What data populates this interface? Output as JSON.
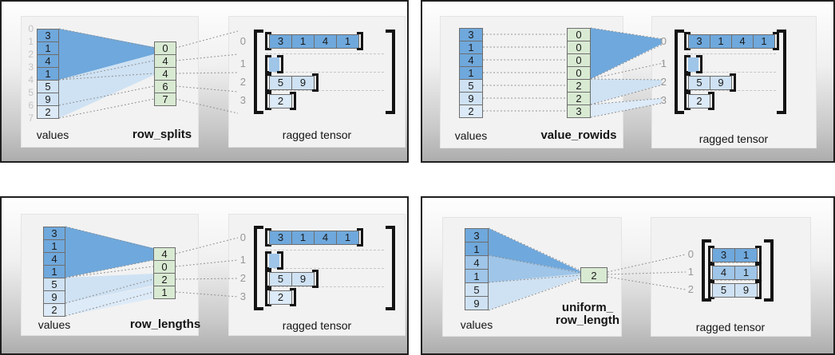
{
  "panels": [
    {
      "values_label": "values",
      "method_label": "row_splits",
      "tensor_label": "ragged tensor",
      "value_indices": [
        "0",
        "1",
        "2",
        "3",
        "4",
        "5",
        "6",
        "7"
      ],
      "values": [
        "3",
        "1",
        "4",
        "1",
        "5",
        "9",
        "2"
      ],
      "partition": [
        "0",
        "4",
        "4",
        "6",
        "7"
      ],
      "row_indices": [
        "0",
        "1",
        "2",
        "3"
      ],
      "rows": [
        [
          "3",
          "1",
          "4",
          "1"
        ],
        [],
        [
          "5",
          "9"
        ],
        [
          "2"
        ]
      ]
    },
    {
      "values_label": "values",
      "method_label": "value_rowids",
      "tensor_label": "ragged tensor",
      "values": [
        "3",
        "1",
        "4",
        "1",
        "5",
        "9",
        "2"
      ],
      "partition": [
        "0",
        "0",
        "0",
        "0",
        "2",
        "2",
        "3"
      ],
      "row_indices": [
        "0",
        "1",
        "2",
        "3"
      ],
      "rows": [
        [
          "3",
          "1",
          "4",
          "1"
        ],
        [],
        [
          "5",
          "9"
        ],
        [
          "2"
        ]
      ]
    },
    {
      "values_label": "values",
      "method_label": "row_lengths",
      "tensor_label": "ragged tensor",
      "values": [
        "3",
        "1",
        "4",
        "1",
        "5",
        "9",
        "2"
      ],
      "partition": [
        "4",
        "0",
        "2",
        "1"
      ],
      "row_indices": [
        "0",
        "1",
        "2",
        "3"
      ],
      "rows": [
        [
          "3",
          "1",
          "4",
          "1"
        ],
        [],
        [
          "5",
          "9"
        ],
        [
          "2"
        ]
      ]
    },
    {
      "values_label": "values",
      "method_label_line1": "uniform_",
      "method_label_line2": "row_length",
      "tensor_label": "ragged tensor",
      "values": [
        "3",
        "1",
        "4",
        "1",
        "5",
        "9"
      ],
      "partition": [
        "2"
      ],
      "row_indices": [
        "0",
        "1",
        "2"
      ],
      "rows": [
        [
          "3",
          "1"
        ],
        [
          "4",
          "1"
        ],
        [
          "5",
          "9"
        ]
      ]
    }
  ],
  "colors": {
    "dark_blue": "#6fa8dc",
    "medium_blue": "#9fc5e8",
    "light_blue": "#cfe2f3",
    "pale_blue": "#ddeaf7",
    "green": "#d9ead3"
  }
}
